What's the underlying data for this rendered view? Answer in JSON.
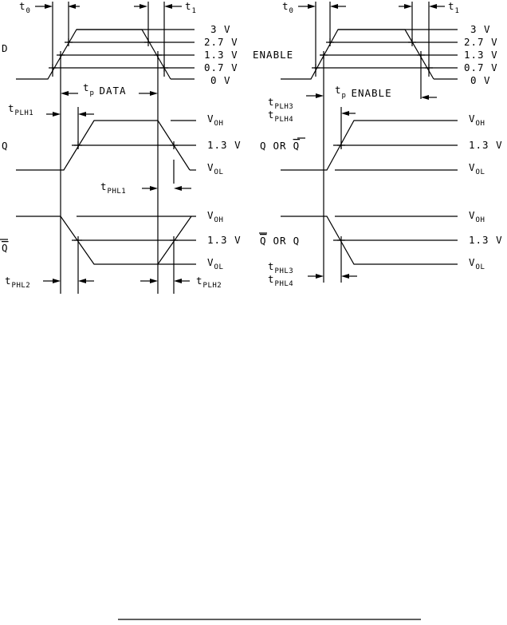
{
  "left_diagram": {
    "t0": {
      "main": "t",
      "sub": "0"
    },
    "t1": {
      "main": "t",
      "sub": "1"
    },
    "signal_d": "D",
    "signal_q": "Q",
    "signal_qbar": "Q",
    "levels": [
      "3 V",
      "2.7 V",
      "1.3 V",
      "0.7 V",
      "0 V"
    ],
    "enable_label": "ENABLE",
    "tp_data": {
      "main": "t",
      "sub": "p",
      "suffix": "DATA"
    },
    "tplh1": {
      "main": "t",
      "sub": "PLH1"
    },
    "tphl1": {
      "main": "t",
      "sub": "PHL1"
    },
    "tphl2": {
      "main": "t",
      "sub": "PHL2"
    },
    "tplh2": {
      "main": "t",
      "sub": "PLH2"
    },
    "voh": {
      "main": "V",
      "sub": "OH"
    },
    "vol": {
      "main": "V",
      "sub": "OL"
    },
    "mid_level": "1.3 V"
  },
  "right_diagram": {
    "t0": {
      "main": "t",
      "sub": "0"
    },
    "t1": {
      "main": "t",
      "sub": "1"
    },
    "levels": [
      "3 V",
      "2.7 V",
      "1.3 V",
      "0.7 V",
      "0 V"
    ],
    "tp_enable": {
      "main": "t",
      "sub": "p",
      "suffix": "ENABLE"
    },
    "tplh3": {
      "main": "t",
      "sub": "PLH3"
    },
    "tplh4": {
      "main": "t",
      "sub": "PLH4"
    },
    "tplh3b": {
      "main": "t",
      "sub": "PHL3"
    },
    "tphl4": {
      "main": "t",
      "sub": "PHL4"
    },
    "signal_q_or_qbar": {
      "a": "Q",
      "or": "OR",
      "b": "Q"
    },
    "signal_qbar_or_q": {
      "a": "Q",
      "or": "OR",
      "b": "Q"
    },
    "voh": {
      "main": "V",
      "sub": "OH"
    },
    "vol": {
      "main": "V",
      "sub": "OL"
    },
    "mid_level": "1.3 V"
  }
}
